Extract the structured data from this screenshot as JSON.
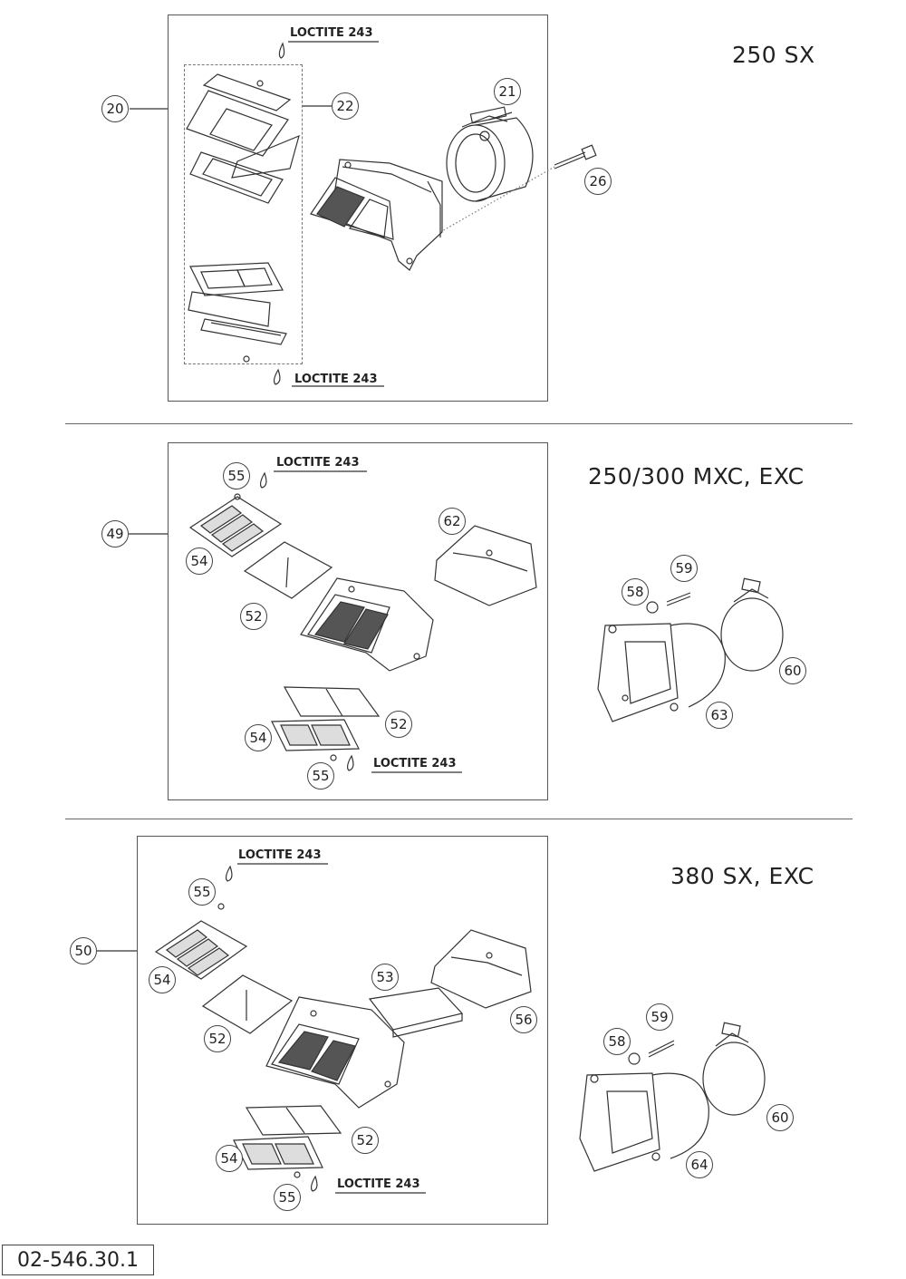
{
  "panels": [
    {
      "model": "250 SX",
      "loctite_labels": [
        "LOCTITE 243",
        "LOCTITE 243"
      ],
      "callouts": [
        "20",
        "22",
        "21",
        "26"
      ]
    },
    {
      "model": "250/300 MXC, EXC",
      "loctite_labels": [
        "LOCTITE 243",
        "LOCTITE 243"
      ],
      "callouts": [
        "55",
        "49",
        "54",
        "52",
        "62",
        "59",
        "58",
        "60",
        "63",
        "52",
        "54",
        "55"
      ]
    },
    {
      "model": "380 SX, EXC",
      "loctite_labels": [
        "LOCTITE 243",
        "LOCTITE 243"
      ],
      "callouts": [
        "55",
        "50",
        "54",
        "53",
        "52",
        "56",
        "59",
        "58",
        "60",
        "52",
        "54",
        "64",
        "55"
      ]
    }
  ],
  "document_code": "02-546.30.1"
}
